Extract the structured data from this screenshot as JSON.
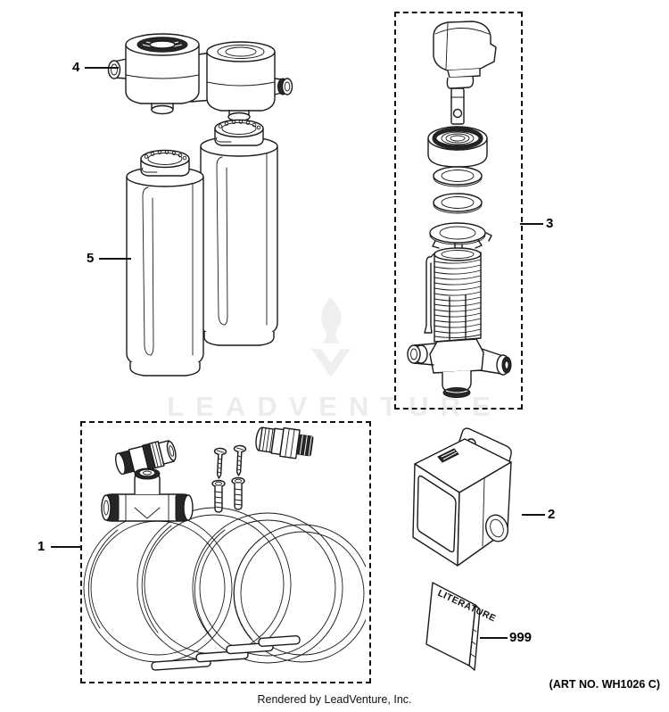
{
  "page": {
    "background": "#ffffff",
    "line_color": "#1a1a1a",
    "watermark_color": "#ececec"
  },
  "callouts": [
    {
      "label": "1"
    },
    {
      "label": "2"
    },
    {
      "label": "3"
    },
    {
      "label": "4"
    },
    {
      "label": "5"
    },
    {
      "label": "999"
    }
  ],
  "literature": {
    "cover_text": "LITERATURE"
  },
  "watermark": {
    "text": "LEADVENTURE"
  },
  "footer": {
    "rendered_by": "Rendered by LeadVenture, Inc."
  },
  "art_no": {
    "text": "(ART NO. WH1026 C)"
  }
}
